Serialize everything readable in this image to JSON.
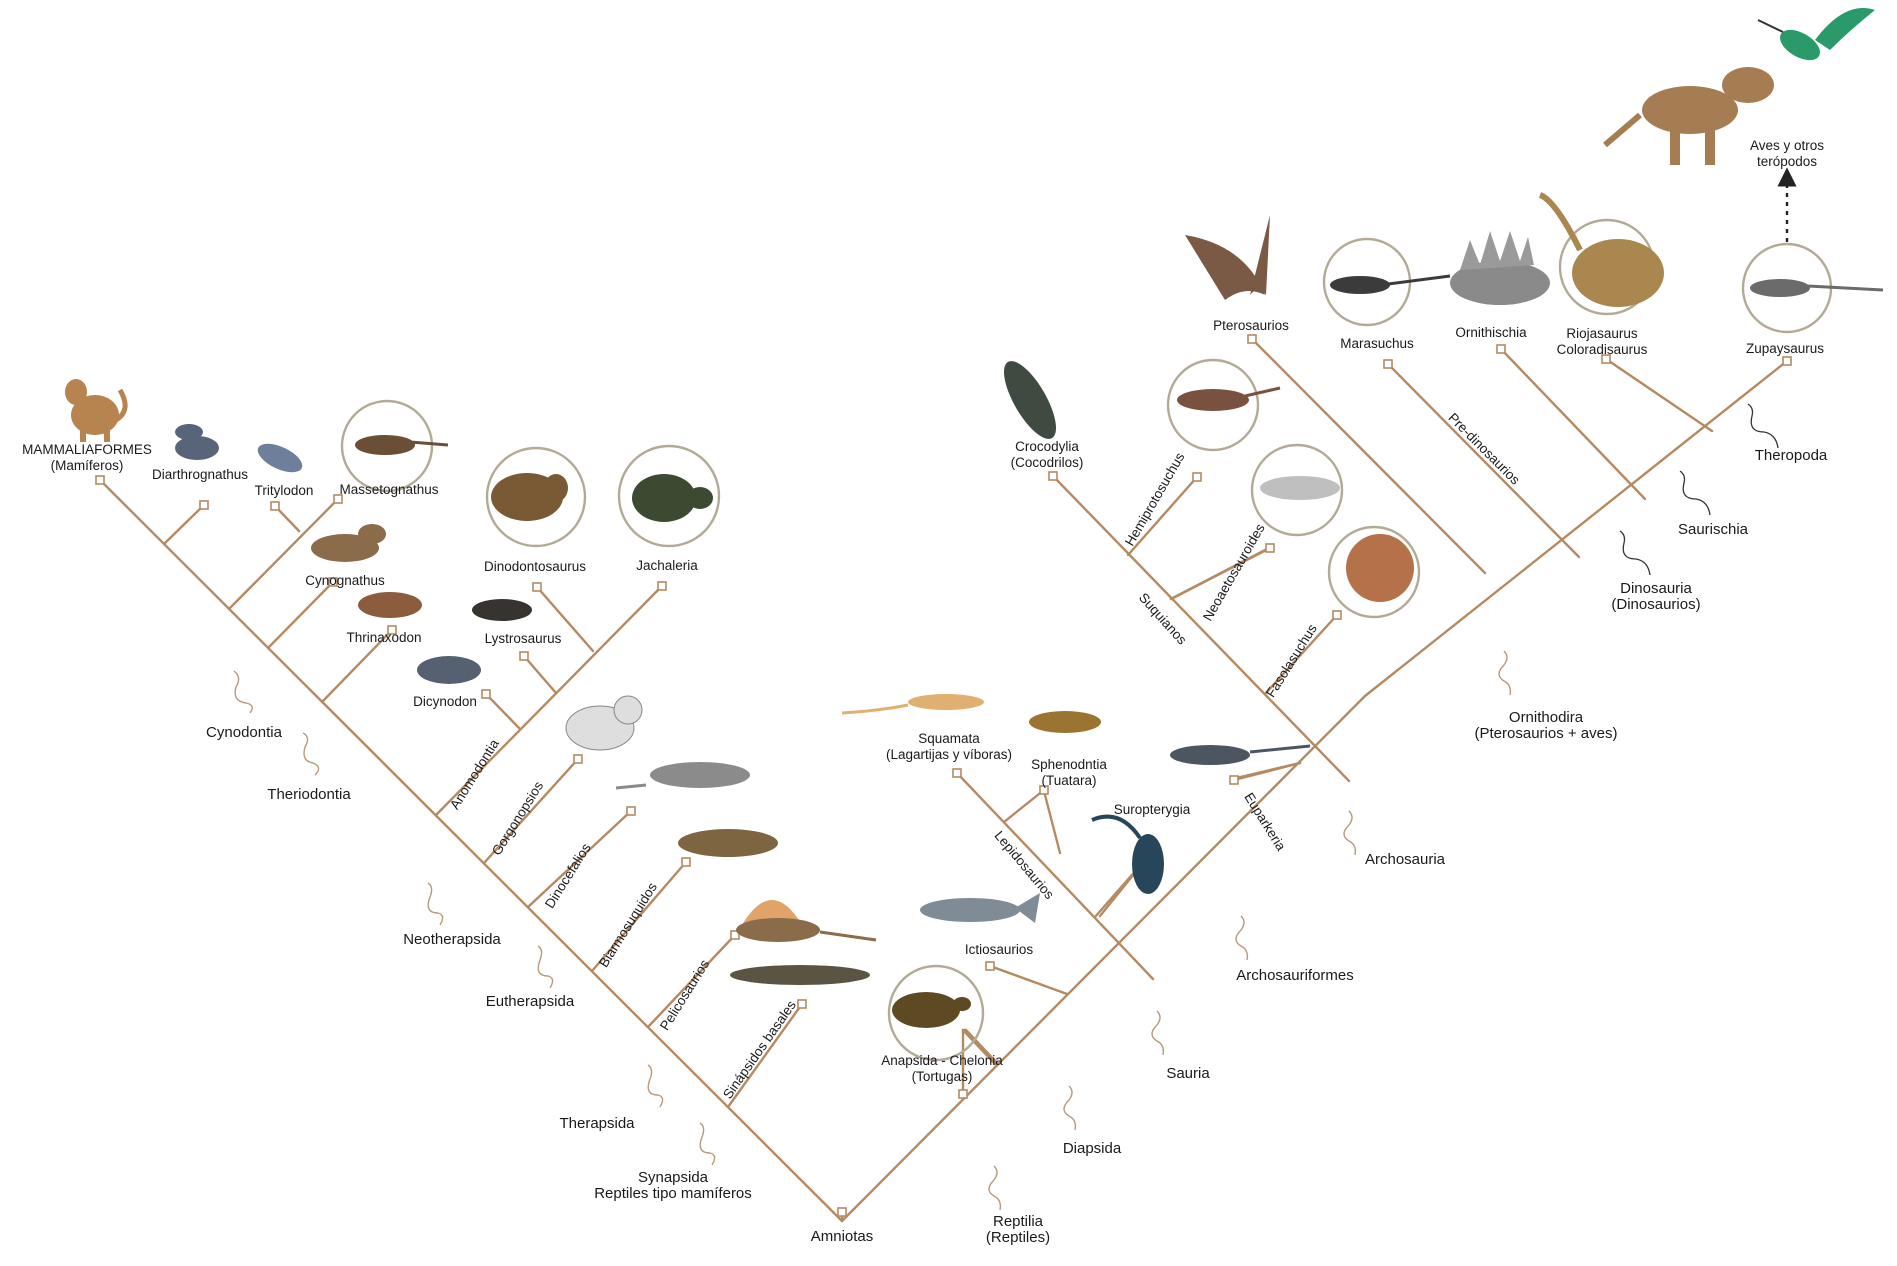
{
  "colors": {
    "branch": "#b48a62",
    "curl": "#b89a78",
    "circle": "#b3aa96",
    "arrow": "#222222"
  },
  "root": {
    "name": "Amniotas"
  },
  "clades": {
    "synapsida": {
      "line1": "Synapsida",
      "line2": "Reptiles tipo mamíferos"
    },
    "reptilia": {
      "line1": "Reptilia",
      "line2": "(Reptiles)"
    },
    "therapsida": "Therapsida",
    "eutherapsida": "Eutherapsida",
    "neotherapsida": "Neotherapsida",
    "theriodontia": "Theriodontia",
    "cynodontia": "Cynodontia",
    "diapsida": "Diapsida",
    "sauria": "Sauria",
    "archosauriformes": "Archosauriformes",
    "archosauria": "Archosauria",
    "ornithodira": {
      "line1": "Ornithodira",
      "line2": "(Pterosaurios + aves)"
    },
    "dinosauria": {
      "line1": "Dinosauria",
      "line2": "(Dinosaurios)"
    },
    "saurischia": "Saurischia",
    "theropoda": "Theropoda"
  },
  "leaves": {
    "mammaliaformes": {
      "line1": "MAMMALIAFORMES",
      "line2": "(Mamíferos)"
    },
    "diarthrognathus": "Diarthrognathus",
    "tritylodon": "Tritylodon",
    "massetognathus": "Massetognathus",
    "cynognathus": "Cynognathus",
    "thrinaxodon": "Thrinaxodon",
    "dinodontosaurus": "Dinodontosaurus",
    "jachaleria": "Jachaleria",
    "lystrosaurus": "Lystrosaurus",
    "dicynodon": "Dicynodon",
    "squamata": {
      "line1": "Squamata",
      "line2": "(Lagartijas y víboras)"
    },
    "sphenodontia": {
      "line1": "Sphenodntia",
      "line2": "(Tuatara)"
    },
    "suropterygia": "Suropterygia",
    "ictiosaurios": "Ictiosaurios",
    "chelonia": {
      "line1": "Anapsida - Chelonia",
      "line2": "(Tortugas)"
    },
    "crocodylia": {
      "line1": "Crocodylia",
      "line2": "(Cocodrilos)"
    },
    "pterosaurios": "Pterosaurios",
    "marasuchus": "Marasuchus",
    "ornithischia": "Ornithischia",
    "riojasaurus": {
      "line1": "Riojasaurus",
      "line2": "Coloradisaurus"
    },
    "zupaysaurus": "Zupaysaurus",
    "aves": {
      "line1": "Aves y otros",
      "line2": "terópodos"
    }
  },
  "branch_labels": {
    "anomodontia": "Anomodontia",
    "gorgonopsios": "Gorgonopsios",
    "dinocefalios": "Dinocefalios",
    "biarmosuquidos": "Biarmosuquidos",
    "pelicosaurios": "Pelicosaurios",
    "sinapsidos_basales": "Sinápsidos basales",
    "lepidosaurios": "Lepidosaurios",
    "euparkeria": "Euparkeria",
    "hemiprotosuchus": "Hemiprotosuchus",
    "neoaetosauroides": "Neoaetosauroides",
    "fasolasuchus": "Fasolasuchus",
    "suquianos": "Suquianos",
    "pre_dinosaurios": "Pre-dinosaurios"
  }
}
